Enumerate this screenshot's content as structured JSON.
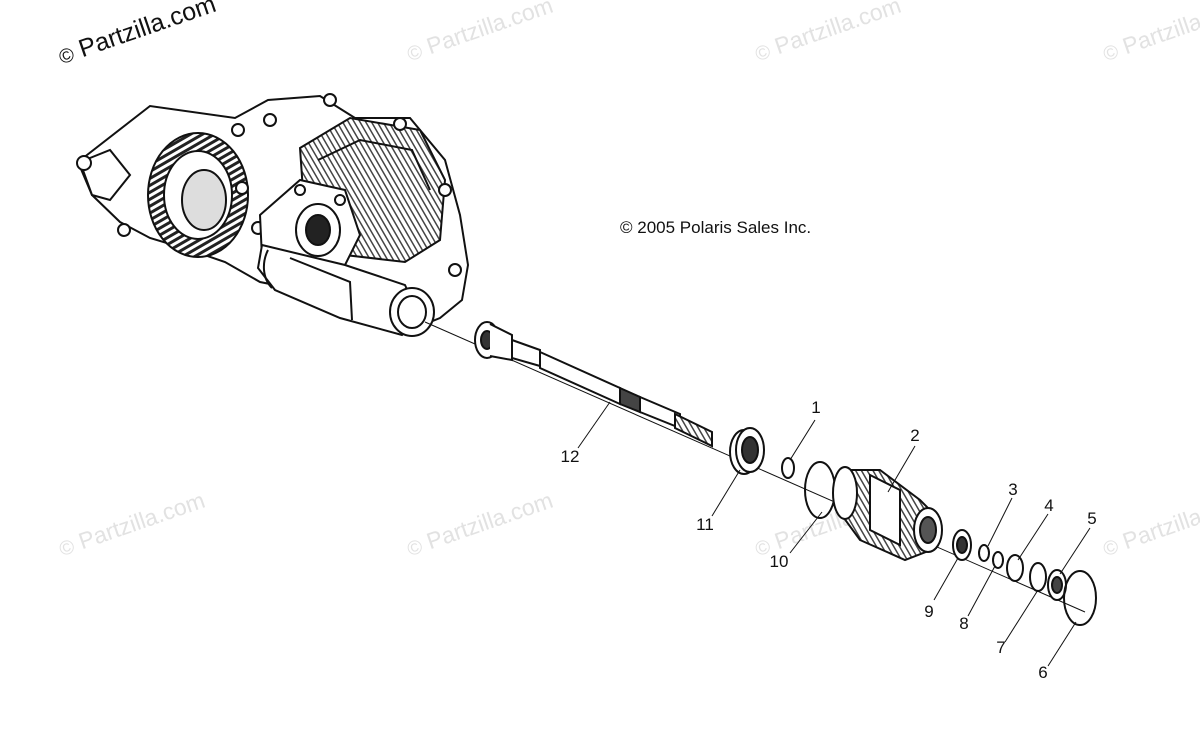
{
  "watermark": {
    "text": "Partzilla.com",
    "symbol": "©"
  },
  "copyright": "© 2005 Polaris Sales Inc.",
  "callouts": [
    {
      "id": "1",
      "label": "1"
    },
    {
      "id": "2",
      "label": "2"
    },
    {
      "id": "3",
      "label": "3"
    },
    {
      "id": "4",
      "label": "4"
    },
    {
      "id": "5",
      "label": "5"
    },
    {
      "id": "6",
      "label": "6"
    },
    {
      "id": "7",
      "label": "7"
    },
    {
      "id": "8",
      "label": "8"
    },
    {
      "id": "9",
      "label": "9"
    },
    {
      "id": "10",
      "label": "10"
    },
    {
      "id": "11",
      "label": "11"
    },
    {
      "id": "12",
      "label": "12"
    }
  ]
}
